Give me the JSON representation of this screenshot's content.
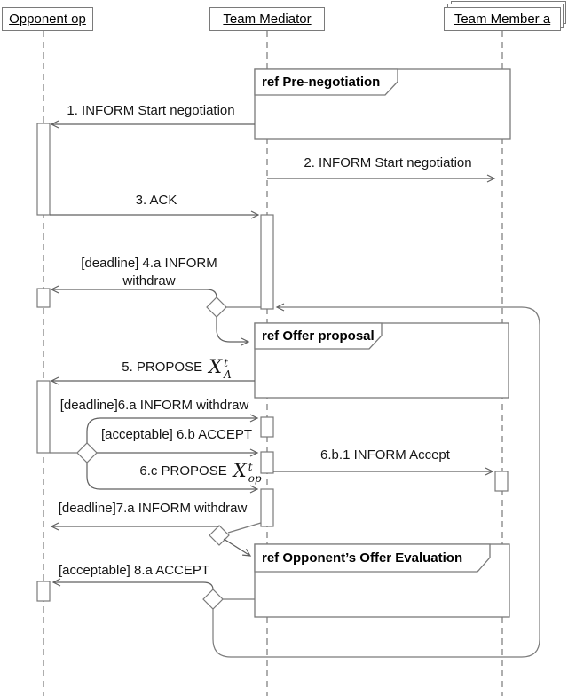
{
  "diagram_type": "uml-sequence-diagram",
  "actors": [
    {
      "name": "Opponent op"
    },
    {
      "name": "Team Mediator"
    },
    {
      "name": "Team Member a",
      "multi_instance": true
    }
  ],
  "fragments": [
    {
      "label": "ref Pre-negotiation"
    },
    {
      "label": "ref Offer proposal"
    },
    {
      "label": "ref Opponent’s Offer Evaluation"
    }
  ],
  "messages": {
    "m1": {
      "label": "1. INFORM Start negotiation",
      "from": "Team Mediator",
      "to": "Opponent op"
    },
    "m2": {
      "label": "2. INFORM Start negotiation",
      "from": "Team Mediator",
      "to": "Team Member a"
    },
    "m3": {
      "label": "3. ACK",
      "from": "Opponent op",
      "to": "Team Mediator"
    },
    "m4": {
      "line1": "[deadline] 4.a INFORM",
      "line2": "withdraw",
      "from": "Team Mediator",
      "to": "Opponent op"
    },
    "m5": {
      "prefix": "5. PROPOSE",
      "var": "X",
      "sup": "t",
      "sub": "A",
      "from": "Team Mediator",
      "to": "Opponent op"
    },
    "m6a": {
      "label": "[deadline]6.a INFORM withdraw",
      "from": "Opponent op",
      "to": "Team Mediator"
    },
    "m6b": {
      "label": "[acceptable] 6.b ACCEPT",
      "from": "Opponent op",
      "to": "Team Mediator"
    },
    "m6b1": {
      "label": "6.b.1 INFORM Accept",
      "from": "Team Mediator",
      "to": "Team Member a"
    },
    "m6c": {
      "prefix": "6.c PROPOSE",
      "var": "X",
      "sup": "t",
      "sub": "op",
      "from": "Opponent op",
      "to": "Team Mediator"
    },
    "m7": {
      "label": "[deadline]7.a INFORM withdraw",
      "from": "Team Mediator",
      "to": "Opponent op"
    },
    "m8": {
      "label": "[acceptable] 8.a ACCEPT",
      "from": "Team Mediator",
      "to": "Opponent op"
    }
  },
  "colors": {
    "line": "#7a7a7a",
    "lifeline": "#8c8c8c",
    "arrow": "#606060",
    "text": "#151515",
    "background": "#ffffff"
  }
}
